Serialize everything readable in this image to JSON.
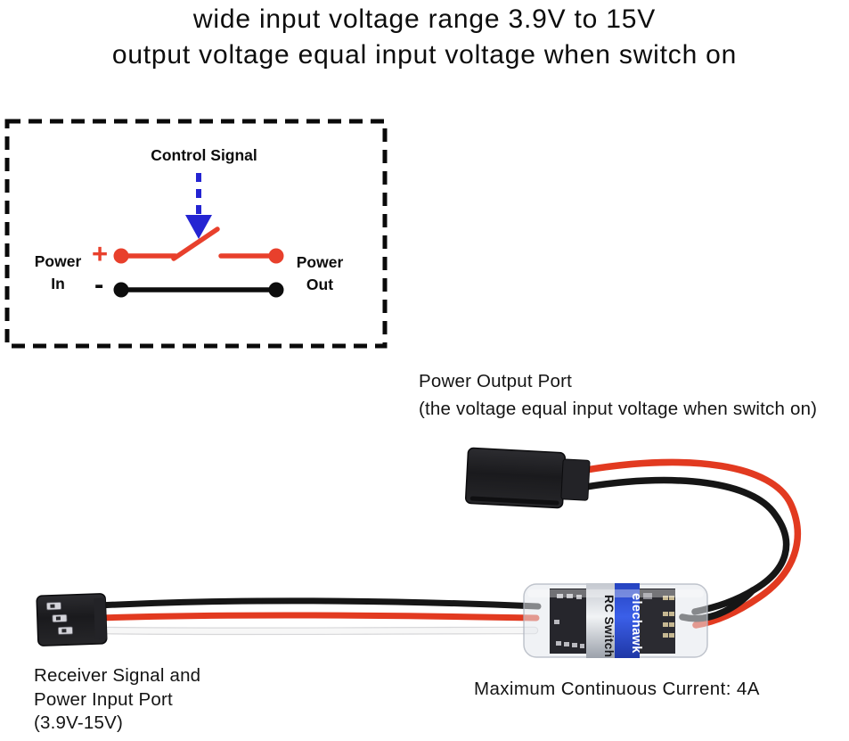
{
  "title": {
    "line1": "wide input voltage range 3.9V to 15V",
    "line2": "output voltage equal input voltage when switch on"
  },
  "circuit": {
    "control_signal": "Control Signal",
    "power_in": {
      "line1": "Power",
      "line2": "In"
    },
    "power_out": {
      "line1": "Power",
      "line2": "Out"
    },
    "positive_symbol": "+",
    "negative_symbol": "-",
    "colors": {
      "positive_wire": "#e8402c",
      "negative_wire": "#0d0d0d",
      "control_arrow": "#2424d2",
      "border": "#0a0a0a"
    }
  },
  "output_annotation": {
    "line1": "Power Output Port",
    "line2": "(the voltage equal input voltage when switch on)"
  },
  "input_annotation": {
    "line1": "Receiver Signal and",
    "line2": "Power Input Port",
    "line3": "(3.9V-15V)"
  },
  "spec": {
    "max_current": "Maximum Continuous Current: 4A"
  },
  "device": {
    "brand_label": "elechawk",
    "product_label": "RC Switch",
    "colors": {
      "brand_band": "#2b4fd8",
      "silver_band": "#c9cdd4",
      "wire_positive": "#e23a20",
      "wire_negative": "#161616",
      "wire_signal": "#f5f5f5"
    }
  }
}
